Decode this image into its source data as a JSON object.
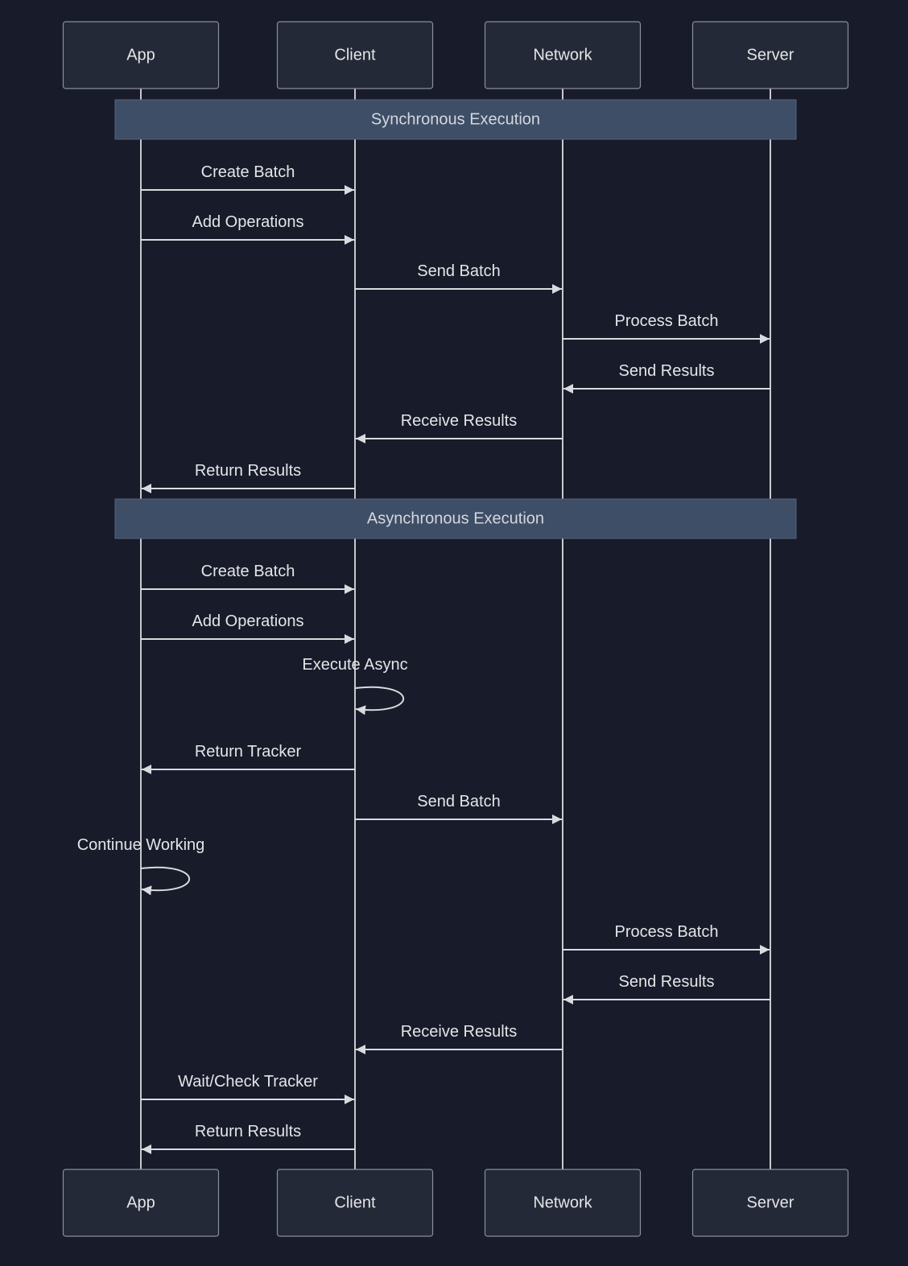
{
  "participants": [
    {
      "id": "app",
      "label": "App"
    },
    {
      "id": "client",
      "label": "Client"
    },
    {
      "id": "network",
      "label": "Network"
    },
    {
      "id": "server",
      "label": "Server"
    }
  ],
  "sections": [
    {
      "label": "Synchronous Execution",
      "messages": [
        {
          "from": "app",
          "to": "client",
          "label": "Create Batch"
        },
        {
          "from": "app",
          "to": "client",
          "label": "Add Operations"
        },
        {
          "from": "client",
          "to": "network",
          "label": "Send Batch"
        },
        {
          "from": "network",
          "to": "server",
          "label": "Process Batch"
        },
        {
          "from": "server",
          "to": "network",
          "label": "Send Results"
        },
        {
          "from": "network",
          "to": "client",
          "label": "Receive Results"
        },
        {
          "from": "client",
          "to": "app",
          "label": "Return Results"
        }
      ]
    },
    {
      "label": "Asynchronous Execution",
      "messages": [
        {
          "from": "app",
          "to": "client",
          "label": "Create Batch"
        },
        {
          "from": "app",
          "to": "client",
          "label": "Add Operations"
        },
        {
          "from": "client",
          "to": "client",
          "label": "Execute Async"
        },
        {
          "from": "client",
          "to": "app",
          "label": "Return Tracker"
        },
        {
          "from": "client",
          "to": "network",
          "label": "Send Batch"
        },
        {
          "from": "app",
          "to": "app",
          "label": "Continue Working"
        },
        {
          "from": "network",
          "to": "server",
          "label": "Process Batch"
        },
        {
          "from": "server",
          "to": "network",
          "label": "Send Results"
        },
        {
          "from": "network",
          "to": "client",
          "label": "Receive Results"
        },
        {
          "from": "app",
          "to": "client",
          "label": "Wait/Check Tracker"
        },
        {
          "from": "client",
          "to": "app",
          "label": "Return Results"
        }
      ]
    }
  ],
  "colors": {
    "background": "#181b2a",
    "actor_fill": "#232937",
    "actor_stroke": "#8a8f9a",
    "lifeline": "#c8c9cc",
    "section_fill": "#3e4e66",
    "section_text": "#d4d8de",
    "message_line": "#dadbde",
    "text": "#e4e5e7"
  }
}
